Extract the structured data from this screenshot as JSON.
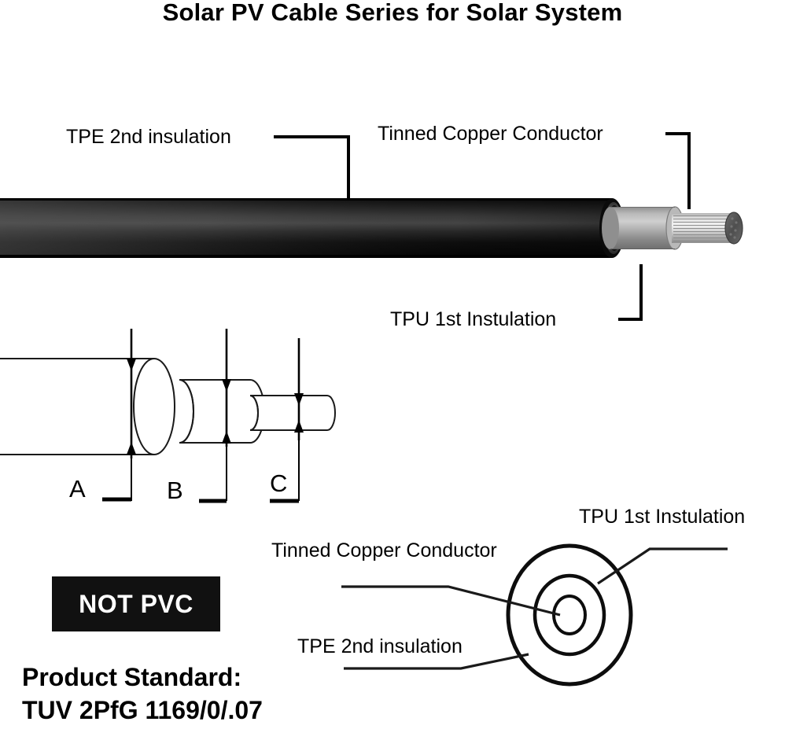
{
  "header": {
    "title": "Solar PV Cable Series for Solar System"
  },
  "main_cable": {
    "callouts": {
      "tpe_outer": "TPE 2nd insulation",
      "conductor": "Tinned Copper Conductor",
      "tpu_inner": "TPU 1st Instulation"
    },
    "colors": {
      "jacket": "#0a0a0a",
      "jacket_highlight": "#4a4a4a",
      "insulation": "#9a9a9a",
      "insulation_light": "#c9c9c9",
      "conductor": "#d8d8d8",
      "conductor_face": "#595959"
    }
  },
  "dimension_diagram": {
    "labels": [
      "A",
      "B",
      "C"
    ],
    "label_a": "A",
    "label_b": "B",
    "label_c": "C",
    "line_color": "#000000"
  },
  "cross_section": {
    "callouts": {
      "tpu_inner": "TPU 1st Instulation",
      "conductor": "Tinned Copper Conductor",
      "tpe_outer": "TPE 2nd insulation"
    },
    "rings": [
      "outer",
      "middle",
      "core"
    ]
  },
  "badges": {
    "not_pvc": "NOT PVC",
    "not_pvc_bg": "#111111",
    "not_pvc_fg": "#ffffff"
  },
  "product_standard": {
    "heading": "Product Standard:",
    "value": "TUV 2PfG 1169/0/.07"
  }
}
